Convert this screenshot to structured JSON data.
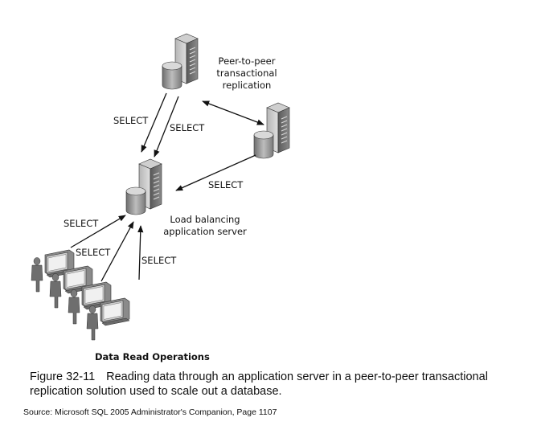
{
  "labels": {
    "peer_replication": "Peer-to-peer transactional replication",
    "load_balancing": "Load balancing application server",
    "select": "SELECT",
    "data_read": "Data Read Operations"
  },
  "caption": {
    "number": "Figure 32-11",
    "text": "Reading data through an application server in a peer-to-peer transactional replication solution used to scale out a database."
  },
  "source": "Source: Microsoft SQL 2005 Administrator's Companion, Page 1107",
  "icons": {
    "server": "server-database-icon",
    "workstation": "user-workstation-icon"
  }
}
